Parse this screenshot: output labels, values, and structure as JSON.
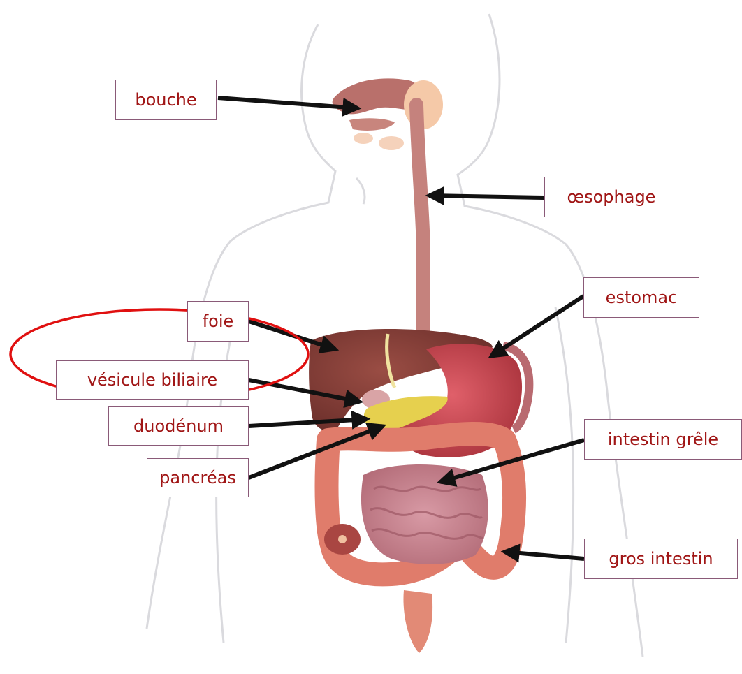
{
  "labels": {
    "bouche": "bouche",
    "oesophage": "œsophage",
    "estomac": "estomac",
    "foie": "foie",
    "vesicule": "vésicule biliaire",
    "duodenum": "duodénum",
    "pancreas": "pancréas",
    "intestin_grele": "intestin grêle",
    "gros_intestin": "gros intestin"
  },
  "colors": {
    "label_text": "#a01515",
    "label_border": "#8a5a78",
    "arrow": "#111111",
    "highlight_ellipse": "#e01010",
    "body_outline": "#d6d6dc",
    "liver": "#7a3a34",
    "stomach": "#c9454d",
    "small_intestine": "#c47a86",
    "large_intestine": "#e07c6b",
    "pancreas": "#e8d24a",
    "esophagus": "#c9807c"
  }
}
